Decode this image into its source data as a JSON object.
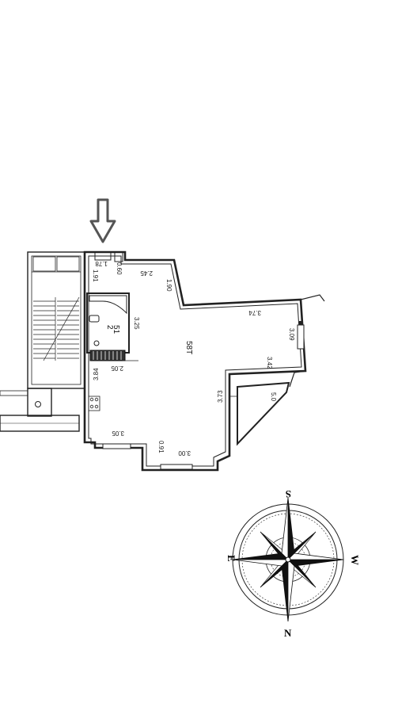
{
  "floorplan": {
    "dimensions": {
      "d1": "1.91",
      "d2": "1.78",
      "d3": "0.60",
      "d4": "2.45",
      "d5": "1.90",
      "d6": "3.74",
      "d7": "3.25",
      "d8": "3.09",
      "d9": "3.42",
      "d10": "2.05",
      "d11": "3.84",
      "d12": "3.73",
      "d13": "5.0",
      "d14": "3.05",
      "d15": "0.91",
      "d16": "3.00"
    },
    "room_labels": {
      "bath": "51",
      "bath_number": "2",
      "main_area": "58T"
    }
  },
  "compass": {
    "top": "S",
    "bottom": "N",
    "left": "E",
    "right": "W"
  },
  "colors": {
    "wall": "#222222",
    "arrow": "#555555"
  }
}
